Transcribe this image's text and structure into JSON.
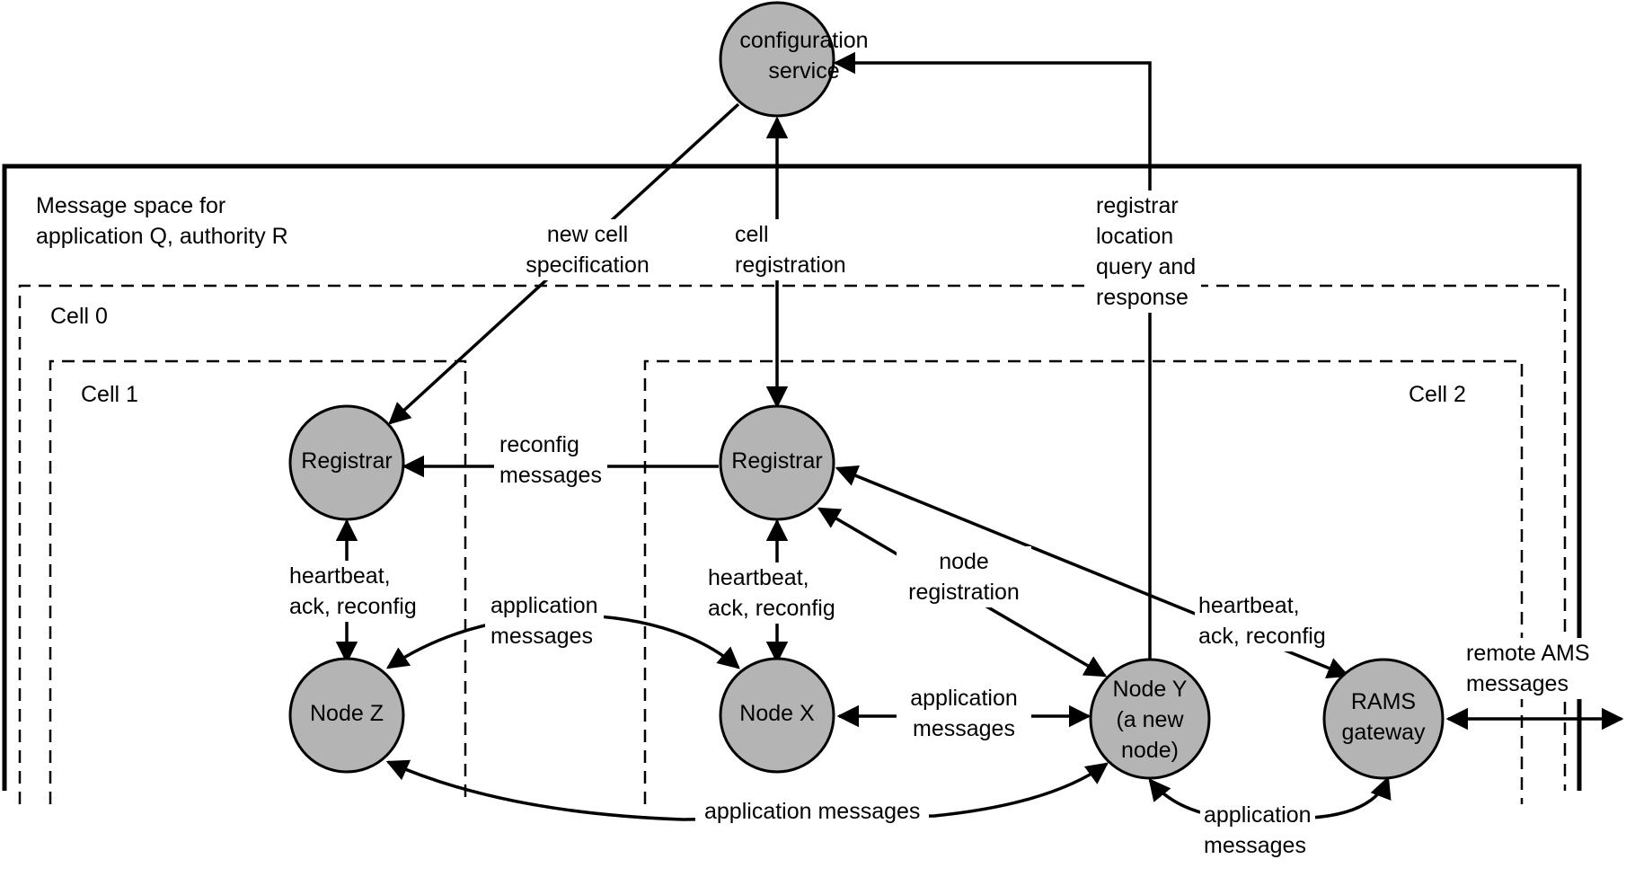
{
  "diagram": {
    "colors": {
      "node_fill": "#b4b4b4",
      "stroke": "#000000",
      "background": "#ffffff"
    },
    "message_space_label": "Message space for\napplication Q, authority R",
    "cells": {
      "cell0": "Cell 0",
      "cell1": "Cell 1",
      "cell2": "Cell 2"
    },
    "nodes": {
      "config_service": "configuration\nservice",
      "registrar_cell1": "Registrar",
      "registrar_cell2": "Registrar",
      "node_z": "Node Z",
      "node_x": "Node X",
      "node_y": "Node Y\n(a new\nnode)",
      "ram_gateway": "RAMS\ngateway"
    },
    "edge_labels": {
      "new_cell_spec": "new cell\nspecification",
      "cell_registration": "cell\nregistration",
      "registrar_location": "registrar\nlocation\nquery and\nresponse",
      "reconfig_messages": "reconfig\nmessages",
      "heartbeat_cell1": "heartbeat,\nack, reconfig",
      "heartbeat_cell2": "heartbeat,\nack, reconfig",
      "heartbeat_ram": "heartbeat,\nack, reconfig",
      "app_msgs_upper": "application\nmessages",
      "node_registration": "node\nregistration",
      "app_msgs_xy": "application\nmessages",
      "app_msgs_bottom": "application messages",
      "app_msgs_ram": "application\nmessages",
      "remote_ams": "remote AMS\nmessages"
    }
  }
}
